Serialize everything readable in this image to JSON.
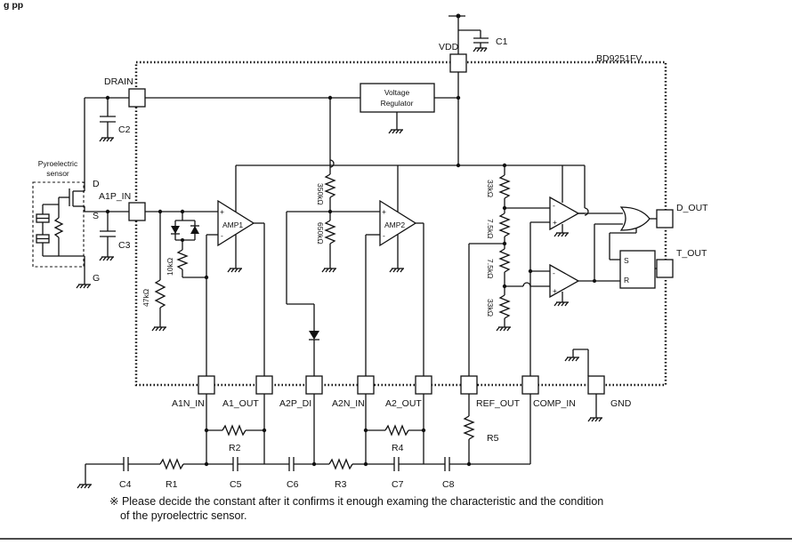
{
  "header_fragment": "g     pp",
  "chip": {
    "name": "BD9251FV"
  },
  "sensor": {
    "line1": "Pyroelectric",
    "line2": "sensor",
    "d": "D",
    "s": "S",
    "g": "G"
  },
  "pins": {
    "vdd": "VDD",
    "drain": "DRAIN",
    "a1p_in": "A1P_IN",
    "a1n_in": "A1N_IN",
    "a1_out": "A1_OUT",
    "a2p_di": "A2P_DI",
    "a2n_in": "A2N_IN",
    "a2_out": "A2_OUT",
    "ref_out": "REF_OUT",
    "comp_in": "COMP_IN",
    "gnd": "GND",
    "d_out": "D_OUT",
    "t_out": "T_OUT"
  },
  "blocks": {
    "regulator_line1": "Voltage",
    "regulator_line2": "Regulator",
    "amp1": "AMP1",
    "amp2": "AMP2",
    "sr_s": "S",
    "sr_r": "R"
  },
  "resistors": {
    "r_10k": "10kΩ",
    "r_47k": "47kΩ",
    "r_350k": "350kΩ",
    "r_650k": "650kΩ",
    "r_33k_top": "33kΩ",
    "r_75k_a": "7.5kΩ",
    "r_75k_b": "7.5kΩ",
    "r_33k_bot": "33kΩ"
  },
  "components": {
    "c1": "C1",
    "c2": "C2",
    "c3": "C3",
    "c4": "C4",
    "c5": "C5",
    "c6": "C6",
    "c7": "C7",
    "c8": "C8",
    "r1": "R1",
    "r2": "R2",
    "r3": "R3",
    "r4": "R4",
    "r5": "R5"
  },
  "note": {
    "line1": "※ Please decide the constant after it confirms it enough examing the characteristic and the condition",
    "line2": "of the pyroelectric sensor."
  }
}
